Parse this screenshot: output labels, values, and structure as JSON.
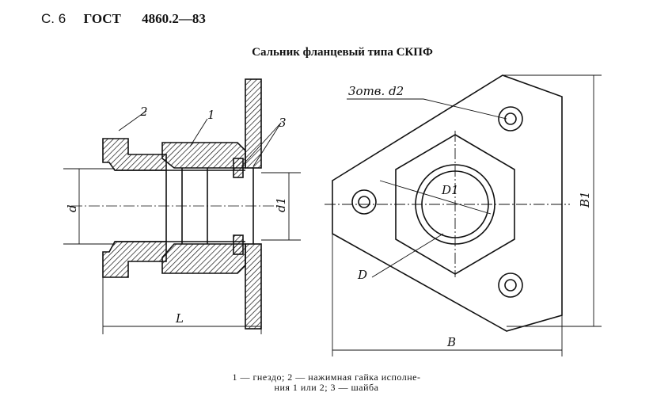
{
  "header": {
    "page": "С. 6",
    "standard": "ГОСТ",
    "number": "4860.2—83"
  },
  "title": "Сальник фланцевый типа СКПФ",
  "labels": {
    "part1": "1",
    "part2": "2",
    "part3": "3",
    "d": "d",
    "d1": "d1",
    "L": "L",
    "holes": "3отв. d2",
    "D1": "D1",
    "D": "D",
    "B1": "B1",
    "B": "B"
  },
  "caption": {
    "line1": "1 — гнездо;  2 — нажимная гайка исполне-",
    "line2": "ния 1 или 2;  3 — шайба"
  }
}
